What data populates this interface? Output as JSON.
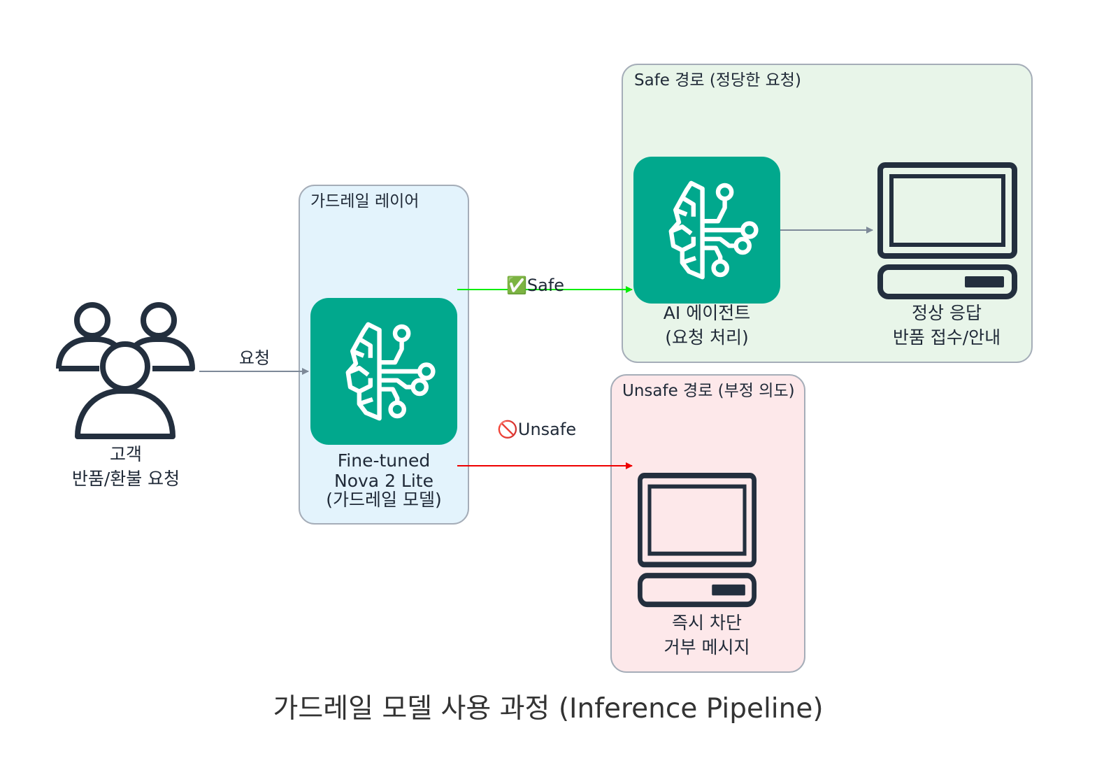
{
  "title": "가드레일 모델 사용 과정 (Inference Pipeline)",
  "colors": {
    "guardrail_fill": "#e3f3fc",
    "safe_fill": "#e8f5e9",
    "unsafe_fill": "#fde8ea",
    "cluster_stroke": "#a5adb8",
    "ai_tile": "#01a88d",
    "icon_dark": "#232f3e",
    "edge_gray": "#7d8998",
    "edge_safe": "#00ee00",
    "edge_unsafe": "#ee0000"
  },
  "clusters": {
    "guardrail": {
      "label": "가드레일 레이어"
    },
    "safe": {
      "label": "Safe 경로 (정당한 요청)"
    },
    "unsafe": {
      "label": "Unsafe 경로 (부정 의도)"
    }
  },
  "nodes": {
    "customer": {
      "icon": "users-icon",
      "line1": "고객",
      "line2": "반품/환불 요청"
    },
    "guardrail_model": {
      "icon": "ai-brain-icon",
      "line1": "Fine-tuned",
      "line2": "Nova 2 Lite",
      "line3": "(가드레일 모델)"
    },
    "ai_agent": {
      "icon": "ai-brain-icon",
      "line1": "AI 에이전트",
      "line2": "(요청 처리)"
    },
    "normal_response": {
      "icon": "computer-icon",
      "line1": "정상 응답",
      "line2": "반품 접수/안내"
    },
    "block": {
      "icon": "computer-icon",
      "line1": "즉시 차단",
      "line2": "거부 메시지"
    }
  },
  "edges": {
    "request": {
      "label": "요청"
    },
    "safe": {
      "emoji": "✅",
      "label": "Safe"
    },
    "unsafe": {
      "emoji": "🚫",
      "label": "Unsafe"
    }
  }
}
